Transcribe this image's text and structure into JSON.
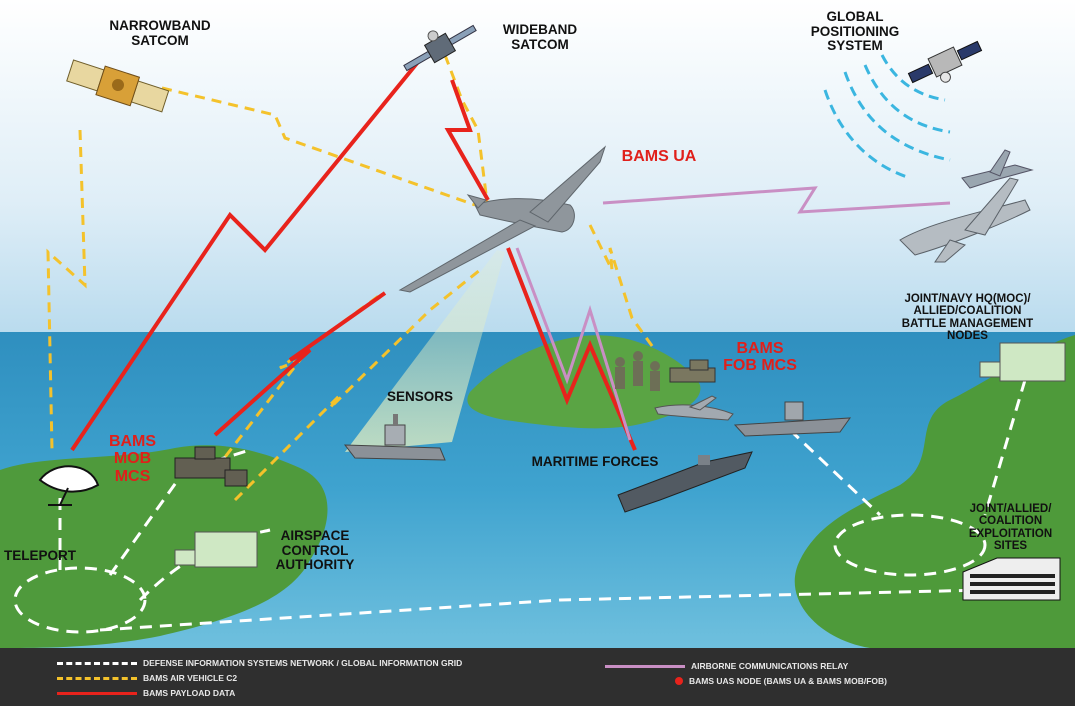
{
  "labels": {
    "narrowband": "NARROWBAND\nSATCOM",
    "wideband": "WIDEBAND\nSATCOM",
    "gps": "GLOBAL\nPOSITIONING\nSYSTEM",
    "bams_ua": "BAMS UA",
    "joint_navy": "JOINT/NAVY HQ(MOC)/\nALLIED/COALITION\nBATTLE MANAGEMENT\nNODES",
    "bams_fob": "BAMS\nFOB MCS",
    "sensors": "SENSORS",
    "maritime": "MARITIME FORCES",
    "bams_mob": "BAMS\nMOB\nMCS",
    "teleport": "TELEPORT",
    "airspace": "AIRSPACE\nCONTROL\nAUTHORITY",
    "exploitation": "JOINT/ALLIED/\nCOALITION\nEXPLOITATION\nSITES"
  },
  "legend": {
    "disn": "DEFENSE INFORMATION SYSTEMS NETWORK / GLOBAL INFORMATION GRID",
    "c2": "BAMS AIR VEHICLE C2",
    "payload": "BAMS PAYLOAD DATA",
    "relay": "AIRBORNE COMMUNICATIONS RELAY",
    "node": "BAMS UAS NODE (BAMS UA & BAMS MOB/FOB)"
  },
  "colors": {
    "payload": "#e8231c",
    "c2": "#f4c22b",
    "disn": "#ffffff",
    "relay": "#c98fc4",
    "gps_signal": "#3bb6e0",
    "node": "#e8231c"
  }
}
